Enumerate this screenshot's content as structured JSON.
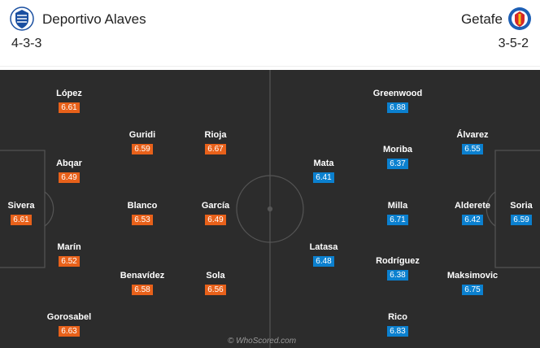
{
  "home": {
    "team": "Deportivo Alaves",
    "formation": "4-3-3",
    "crest_icon": "alaves-crest-icon",
    "color": "#e8611a",
    "players": [
      {
        "name": "López",
        "rating": "6.61"
      },
      {
        "name": "Abqar",
        "rating": "6.49"
      },
      {
        "name": "Sivera",
        "rating": "6.61"
      },
      {
        "name": "Marín",
        "rating": "6.52"
      },
      {
        "name": "Gorosabel",
        "rating": "6.63"
      },
      {
        "name": "Guridi",
        "rating": "6.59"
      },
      {
        "name": "Blanco",
        "rating": "6.53"
      },
      {
        "name": "Benavídez",
        "rating": "6.58"
      },
      {
        "name": "Rioja",
        "rating": "6.67"
      },
      {
        "name": "García",
        "rating": "6.49"
      },
      {
        "name": "Sola",
        "rating": "6.56"
      }
    ]
  },
  "away": {
    "team": "Getafe",
    "formation": "3-5-2",
    "crest_icon": "getafe-crest-icon",
    "color": "#0b80cf",
    "players": [
      {
        "name": "Greenwood",
        "rating": "6.88"
      },
      {
        "name": "Mata",
        "rating": "6.41"
      },
      {
        "name": "Latasa",
        "rating": "6.48"
      },
      {
        "name": "Moriba",
        "rating": "6.37"
      },
      {
        "name": "Milla",
        "rating": "6.71"
      },
      {
        "name": "Rodríguez",
        "rating": "6.38"
      },
      {
        "name": "Rico",
        "rating": "6.83"
      },
      {
        "name": "Álvarez",
        "rating": "6.55"
      },
      {
        "name": "Alderete",
        "rating": "6.42"
      },
      {
        "name": "Maksimovic",
        "rating": "6.75"
      },
      {
        "name": "Soria",
        "rating": "6.59"
      }
    ]
  },
  "watermark": "© WhoScored.com"
}
